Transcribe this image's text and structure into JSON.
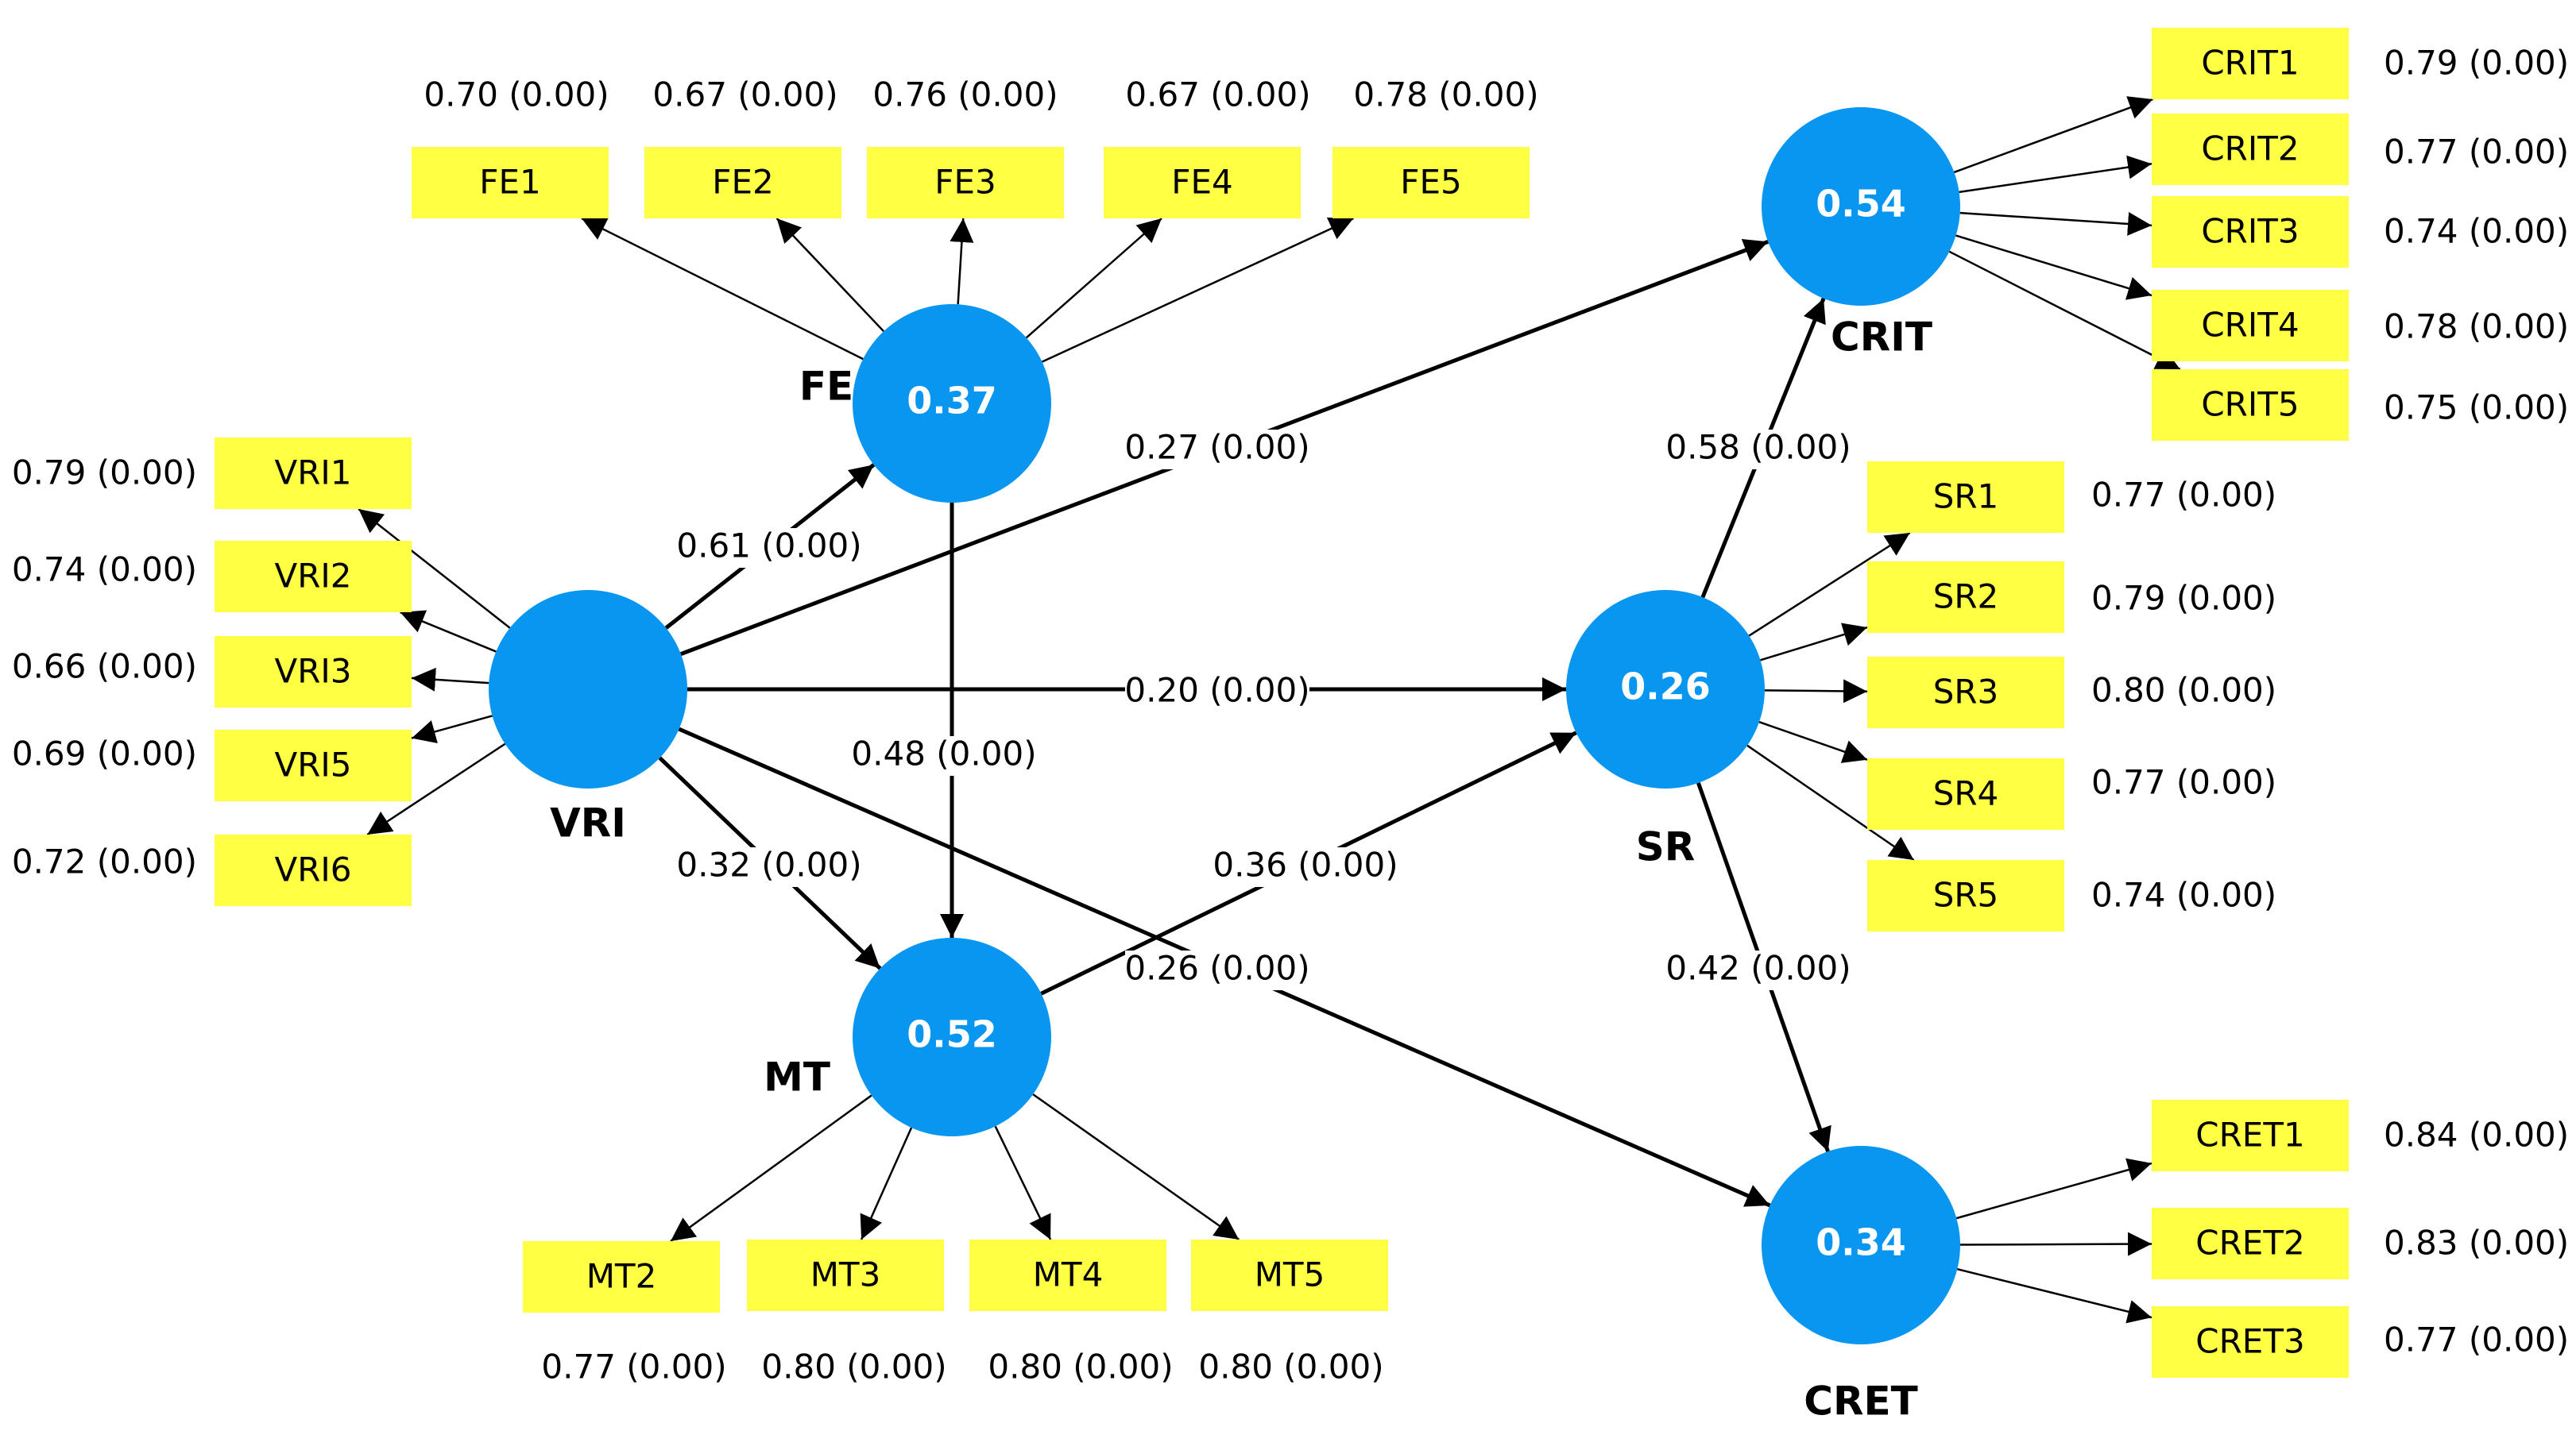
{
  "latents": [
    {
      "id": "VRI",
      "label": "VRI",
      "r2": ""
    },
    {
      "id": "FE",
      "label": "FE",
      "r2": "0.37"
    },
    {
      "id": "MT",
      "label": "MT",
      "r2": "0.52"
    },
    {
      "id": "SR",
      "label": "SR",
      "r2": "0.26"
    },
    {
      "id": "CRIT",
      "label": "CRIT",
      "r2": "0.54"
    },
    {
      "id": "CRET",
      "label": "CRET",
      "r2": "0.34"
    }
  ],
  "indicators": [
    {
      "id": "FE1",
      "latent": "FE",
      "loading": "0.70 (0.00)"
    },
    {
      "id": "FE2",
      "latent": "FE",
      "loading": "0.67 (0.00)"
    },
    {
      "id": "FE3",
      "latent": "FE",
      "loading": "0.76 (0.00)"
    },
    {
      "id": "FE4",
      "latent": "FE",
      "loading": "0.67 (0.00)"
    },
    {
      "id": "FE5",
      "latent": "FE",
      "loading": "0.78 (0.00)"
    },
    {
      "id": "VRI1",
      "latent": "VRI",
      "loading": "0.79 (0.00)"
    },
    {
      "id": "VRI2",
      "latent": "VRI",
      "loading": "0.74 (0.00)"
    },
    {
      "id": "VRI3",
      "latent": "VRI",
      "loading": "0.66 (0.00)"
    },
    {
      "id": "VRI5",
      "latent": "VRI",
      "loading": "0.69 (0.00)"
    },
    {
      "id": "VRI6",
      "latent": "VRI",
      "loading": "0.72 (0.00)"
    },
    {
      "id": "MT2",
      "latent": "MT",
      "loading": "0.77 (0.00)"
    },
    {
      "id": "MT3",
      "latent": "MT",
      "loading": "0.80 (0.00)"
    },
    {
      "id": "MT4",
      "latent": "MT",
      "loading": "0.80 (0.00)"
    },
    {
      "id": "MT5",
      "latent": "MT",
      "loading": "0.80 (0.00)"
    },
    {
      "id": "CRIT1",
      "latent": "CRIT",
      "loading": "0.79 (0.00)"
    },
    {
      "id": "CRIT2",
      "latent": "CRIT",
      "loading": "0.77 (0.00)"
    },
    {
      "id": "CRIT3",
      "latent": "CRIT",
      "loading": "0.74 (0.00)"
    },
    {
      "id": "CRIT4",
      "latent": "CRIT",
      "loading": "0.78 (0.00)"
    },
    {
      "id": "CRIT5",
      "latent": "CRIT",
      "loading": "0.75 (0.00)"
    },
    {
      "id": "SR1",
      "latent": "SR",
      "loading": "0.77 (0.00)"
    },
    {
      "id": "SR2",
      "latent": "SR",
      "loading": "0.79 (0.00)"
    },
    {
      "id": "SR3",
      "latent": "SR",
      "loading": "0.80 (0.00)"
    },
    {
      "id": "SR4",
      "latent": "SR",
      "loading": "0.77 (0.00)"
    },
    {
      "id": "SR5",
      "latent": "SR",
      "loading": "0.74 (0.00)"
    },
    {
      "id": "CRET1",
      "latent": "CRET",
      "loading": "0.84 (0.00)"
    },
    {
      "id": "CRET2",
      "latent": "CRET",
      "loading": "0.83 (0.00)"
    },
    {
      "id": "CRET3",
      "latent": "CRET",
      "loading": "0.77 (0.00)"
    }
  ],
  "paths": [
    {
      "from": "VRI",
      "to": "FE",
      "coef": "0.61 (0.00)"
    },
    {
      "from": "VRI",
      "to": "CRIT",
      "coef": "0.27 (0.00)"
    },
    {
      "from": "VRI",
      "to": "SR",
      "coef": "0.20 (0.00)"
    },
    {
      "from": "VRI",
      "to": "MT",
      "coef": "0.32 (0.00)"
    },
    {
      "from": "VRI",
      "to": "CRET",
      "coef": "0.26 (0.00)"
    },
    {
      "from": "FE",
      "to": "MT",
      "coef": "0.48 (0.00)"
    },
    {
      "from": "MT",
      "to": "SR",
      "coef": "0.36 (0.00)"
    },
    {
      "from": "SR",
      "to": "CRIT",
      "coef": "0.58 (0.00)"
    },
    {
      "from": "SR",
      "to": "CRET",
      "coef": "0.42 (0.00)"
    }
  ],
  "colors": {
    "latent_fill": "#0896F0",
    "indicator_fill": "#FFFF44",
    "line": "#000000"
  }
}
